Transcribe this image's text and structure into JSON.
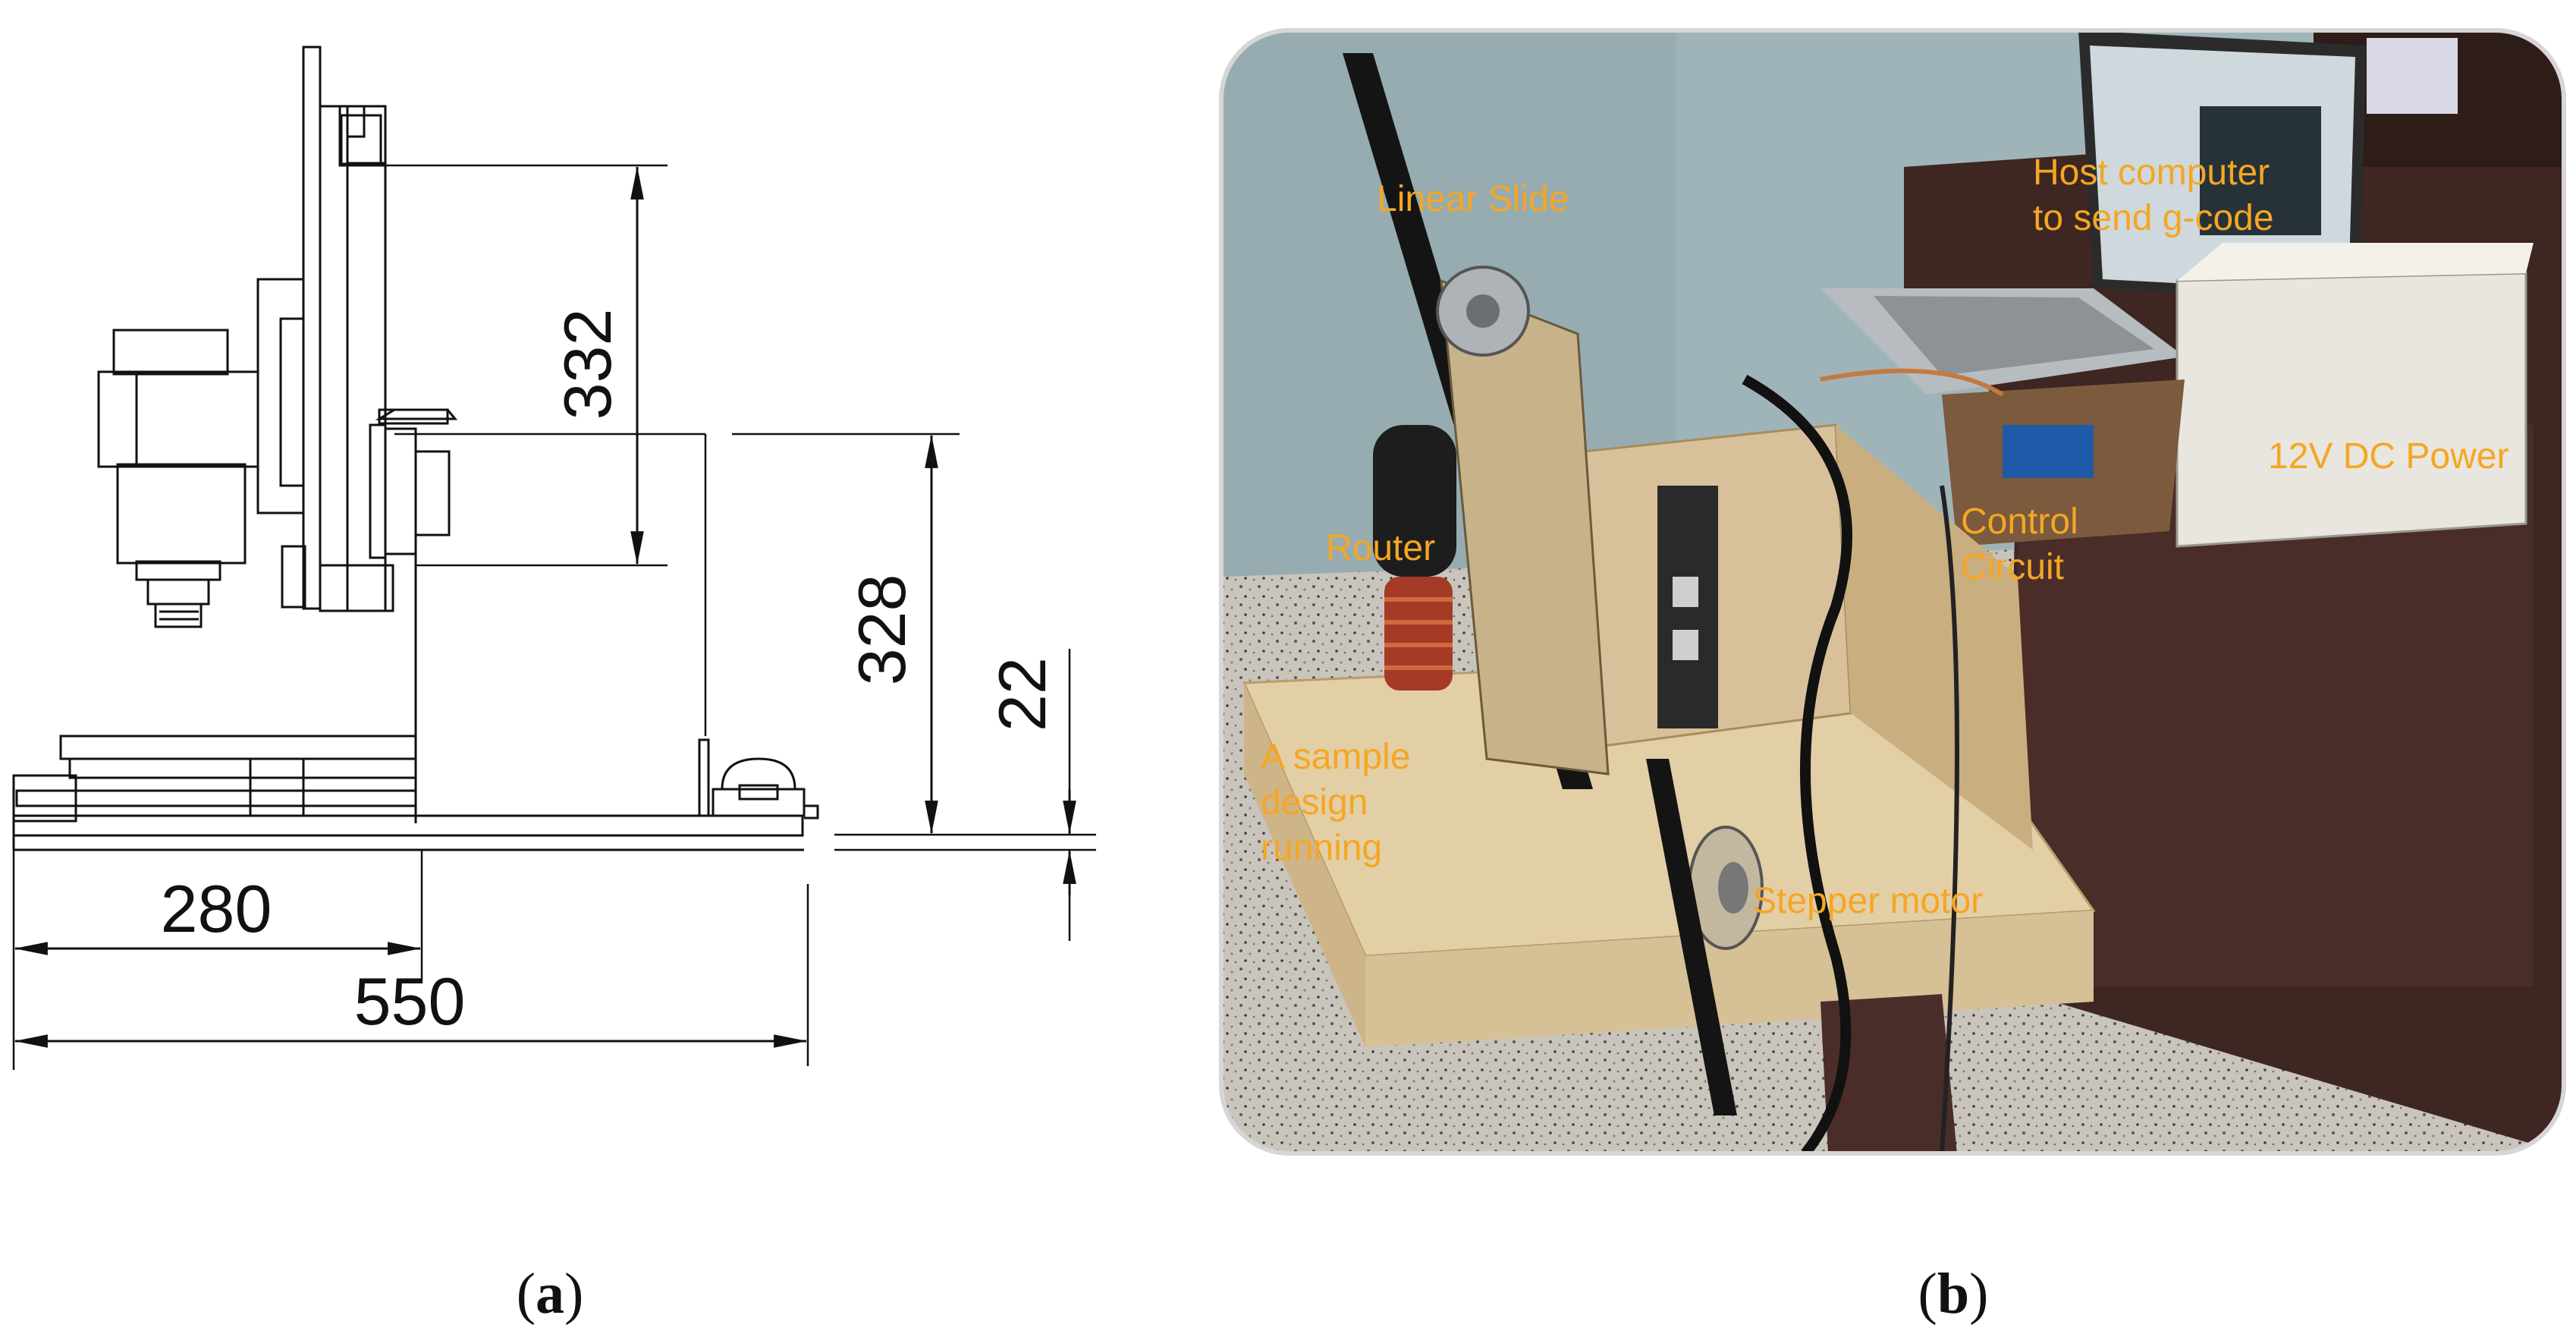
{
  "panel_a": {
    "dimensions": {
      "d332": "332",
      "d328": "328",
      "d22": "22",
      "d280": "280",
      "d550": "550"
    },
    "caption": {
      "open": "(",
      "letter": "a",
      "close": ")"
    }
  },
  "panel_b": {
    "labels": {
      "linear_slide": "Linear Slide",
      "host_line1": "Host computer",
      "host_line2": "to send g-code",
      "power": "12V DC Power",
      "router": "Router",
      "control_line1": "Control",
      "control_line2": "Circuit",
      "sample_line1": "A sample",
      "sample_line2": "design",
      "sample_line3": "running",
      "stepper": "Stepper motor"
    },
    "caption": {
      "open": "(",
      "letter": "b",
      "close": ")"
    }
  },
  "colors": {
    "label_orange": "#f5a623",
    "wall_blue": "#9fb4b9",
    "wood_light": "#e3cfa6",
    "floor_grey": "#bdbab2"
  }
}
